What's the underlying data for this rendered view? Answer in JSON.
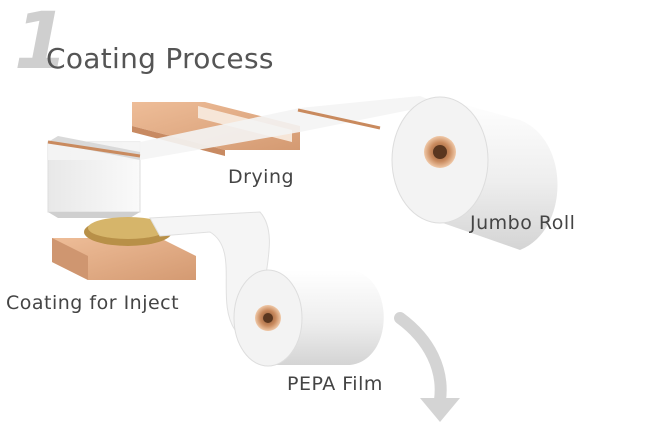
{
  "header": {
    "step_number": "1",
    "title": "Coating Process"
  },
  "labels": {
    "drying": "Drying",
    "jumbo_roll": "Jumbo Roll",
    "coating": "Coating for Inject",
    "pepa_film": "PEPA Film"
  },
  "colors": {
    "title_text": "#555555",
    "step_number": "#cfcfcf",
    "wood": "#e0a882",
    "film": "#f2f2f2",
    "core": "#c98a5e",
    "arrow": "#d4d4d4"
  }
}
